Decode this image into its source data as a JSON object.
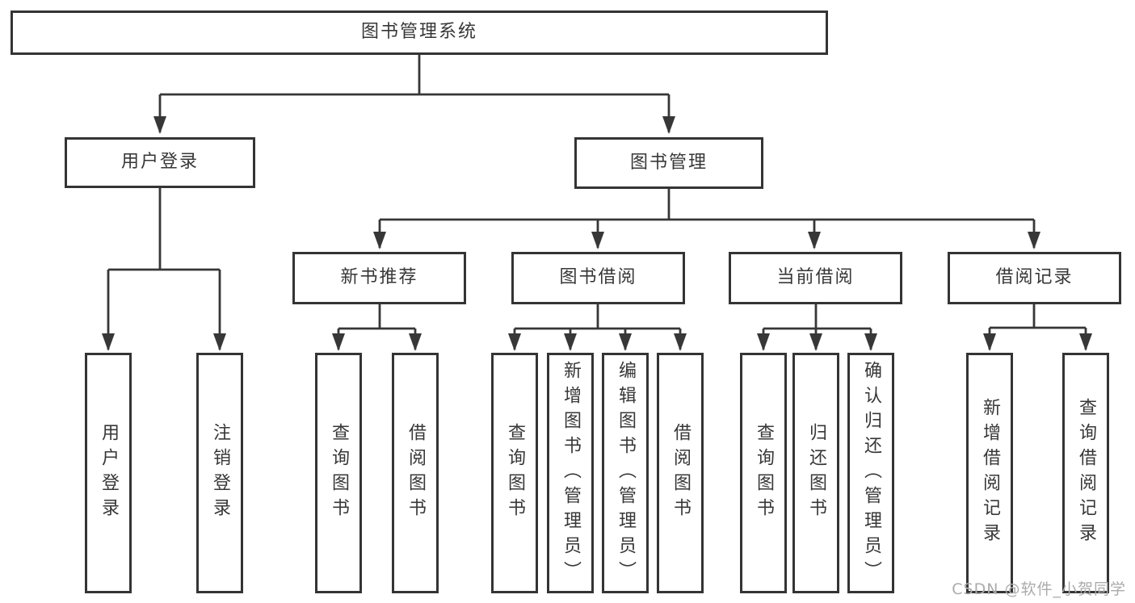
{
  "tree": {
    "root": {
      "label": "图书管理系统"
    },
    "branches": [
      {
        "label": "用户登录",
        "children": [
          {
            "label": "用户登录"
          },
          {
            "label": "注销登录"
          }
        ]
      },
      {
        "label": "图书管理",
        "children": [
          {
            "label": "新书推荐",
            "children": [
              {
                "label": "查询图书"
              },
              {
                "label": "借阅图书"
              }
            ]
          },
          {
            "label": "图书借阅",
            "children": [
              {
                "label": "查询图书"
              },
              {
                "label": "新增图书（管理员）"
              },
              {
                "label": "编辑图书（管理员）"
              },
              {
                "label": "借阅图书"
              }
            ]
          },
          {
            "label": "当前借阅",
            "children": [
              {
                "label": "查询图书"
              },
              {
                "label": "归还图书"
              },
              {
                "label": "确认归还（管理员）"
              }
            ]
          },
          {
            "label": "借阅记录",
            "children": [
              {
                "label": "新增借阅记录"
              },
              {
                "label": "查询借阅记录"
              }
            ]
          }
        ]
      }
    ]
  },
  "watermark": {
    "text": "CSDN @软件_小贺同学"
  },
  "colors": {
    "line": "#373737",
    "box_border": "#343434",
    "text": "#373737",
    "watermark": "#ababab",
    "background": "#ffffff"
  }
}
